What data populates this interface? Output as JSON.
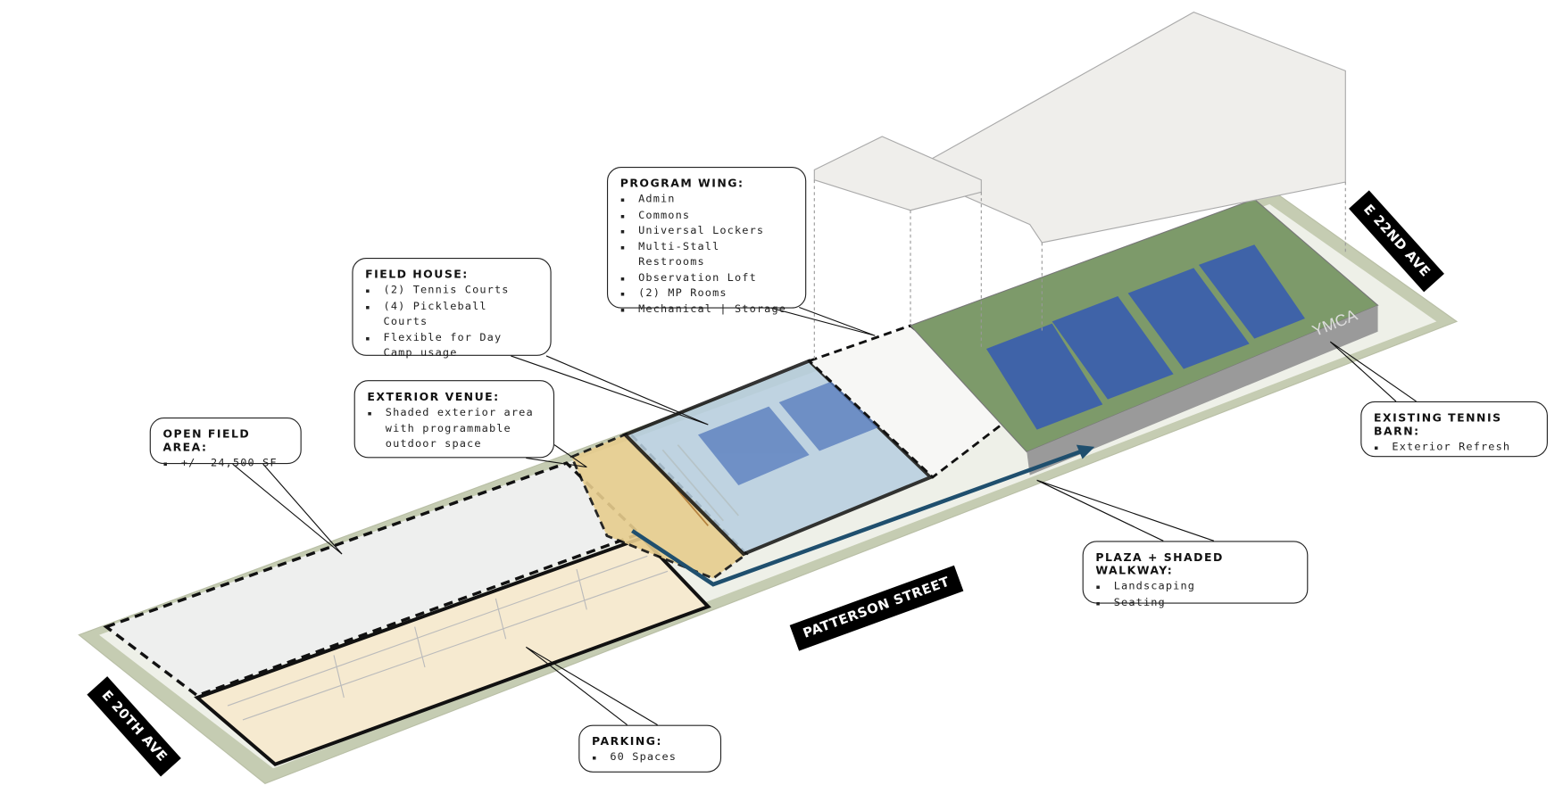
{
  "callouts": {
    "program_wing": {
      "title": "PROGRAM WING:",
      "items": [
        "Admin",
        "Commons",
        "Universal Lockers",
        "Multi-Stall Restrooms",
        "Observation Loft",
        "(2) MP Rooms",
        "Mechanical | Storage"
      ]
    },
    "field_house": {
      "title": "FIELD HOUSE:",
      "items": [
        "(2) Tennis Courts",
        "(4) Pickleball Courts",
        "Flexible for Day Camp usage"
      ]
    },
    "exterior_venue": {
      "title": "EXTERIOR VENUE:",
      "items": [
        "Shaded exterior area with programmable outdoor space"
      ]
    },
    "open_field": {
      "title": "OPEN FIELD AREA:",
      "items": [
        "+/- 24,500 SF"
      ]
    },
    "tennis_barn": {
      "title": "EXISTING TENNIS BARN:",
      "items": [
        "Exterior Refresh"
      ]
    },
    "plaza": {
      "title": "PLAZA + SHADED WALKWAY:",
      "items": [
        "Landscaping",
        "Seating"
      ]
    },
    "parking": {
      "title": "PARKING:",
      "items": [
        "60 Spaces"
      ]
    }
  },
  "streets": {
    "e22nd": "E 22ND AVE",
    "patterson": "PATTERSON STREET",
    "e20th": "E 20TH AVE"
  },
  "building_sign": "YMCA",
  "colors": {
    "walkway": "#1f4f6e",
    "sage": "#c5ccb2",
    "court_blue": "#3f63a8",
    "turf": "#7d9a6a"
  }
}
